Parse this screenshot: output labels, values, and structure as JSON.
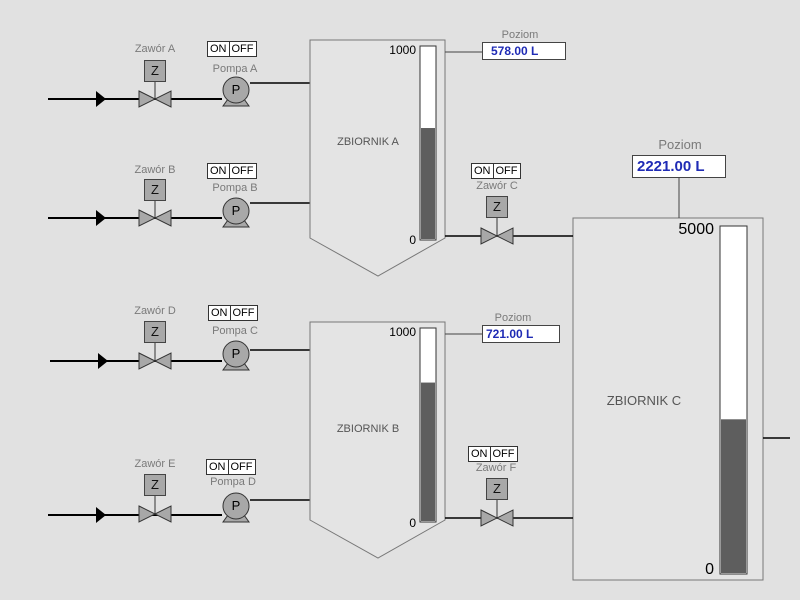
{
  "valves": {
    "a": {
      "label": "Zawór A",
      "icon": "Z"
    },
    "b": {
      "label": "Zawór B",
      "icon": "Z"
    },
    "c": {
      "label": "Zawór C",
      "icon": "Z"
    },
    "d": {
      "label": "Zawór D",
      "icon": "Z"
    },
    "e": {
      "label": "Zawór E",
      "icon": "Z"
    },
    "f": {
      "label": "Zawór F",
      "icon": "Z"
    }
  },
  "pumps": {
    "a": {
      "label": "Pompa A",
      "icon": "P"
    },
    "b": {
      "label": "Pompa B",
      "icon": "P"
    },
    "c": {
      "label": "Pompa C",
      "icon": "P"
    },
    "d": {
      "label": "Pompa D",
      "icon": "P"
    }
  },
  "switch": {
    "on": "ON",
    "off": "OFF"
  },
  "tanks": {
    "a": {
      "name": "ZBIORNIK A",
      "max": "1000",
      "min": "0",
      "level_title": "Poziom",
      "level_text": "578.00  L",
      "level": 578,
      "capacity": 1000
    },
    "b": {
      "name": "ZBIORNIK B",
      "max": "1000",
      "min": "0",
      "level_title": "Poziom",
      "level_text": "721.00  L",
      "level": 721,
      "capacity": 1000
    },
    "c": {
      "name": "ZBIORNIK C",
      "max": "5000",
      "min": "0",
      "level_title": "Poziom",
      "level_text": "2221.00  L",
      "level": 2221,
      "capacity": 5000
    }
  },
  "colors": {
    "background": "#e1e1e1",
    "tank_fill": "#5e5e5e",
    "value_text": "#1f2bb5",
    "pipe": "#000000"
  }
}
